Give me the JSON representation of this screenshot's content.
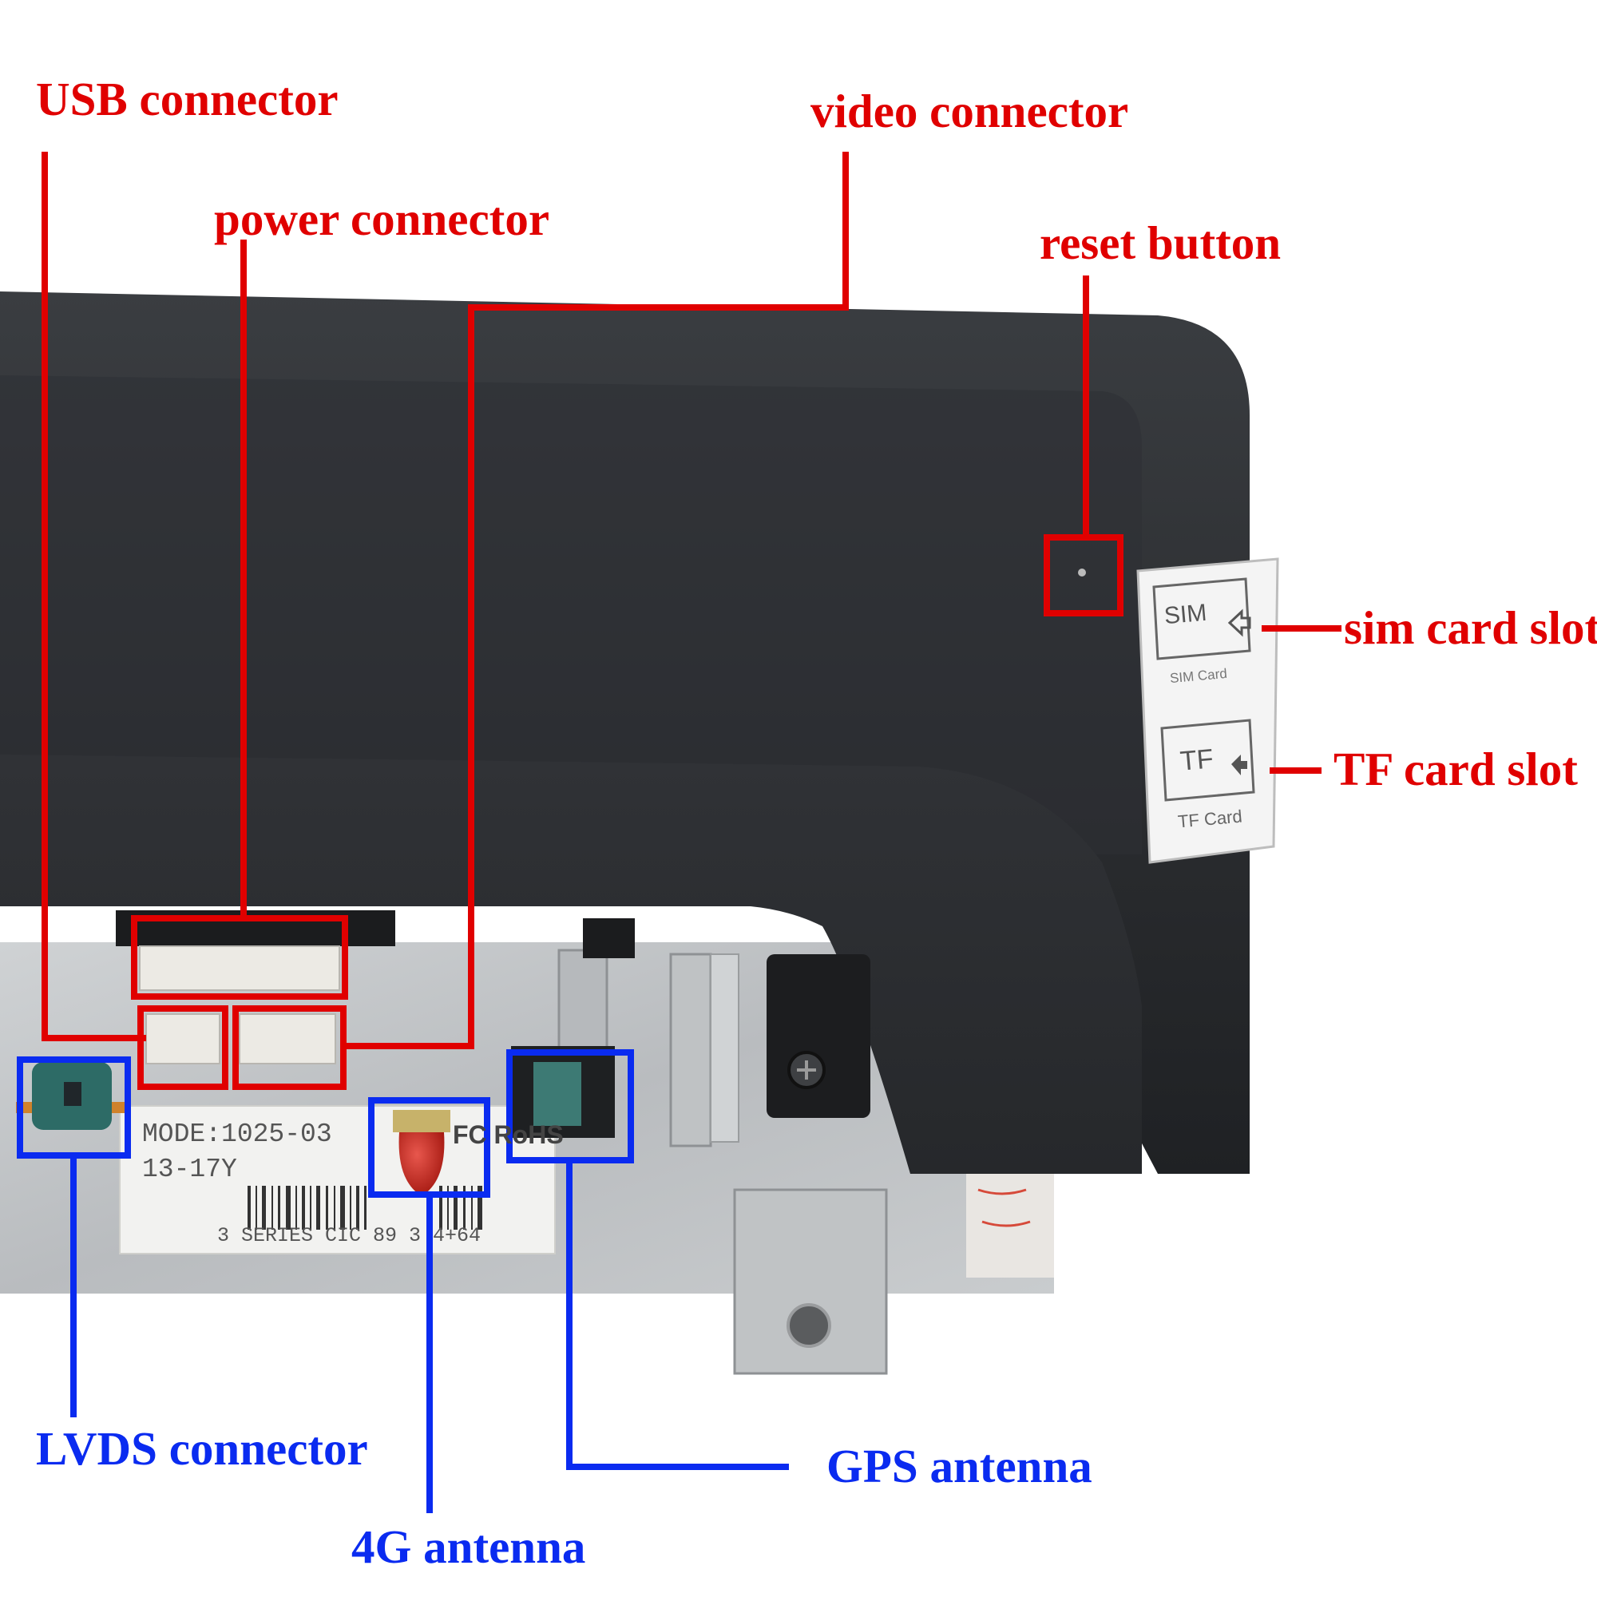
{
  "colors": {
    "callout_red": "#e00000",
    "callout_blue": "#0a2bf0",
    "housing": "#2a2c2f",
    "chassis": "#c3c6c8",
    "label_sticker": "#f2f2f0",
    "antenna_red": "#c8281f",
    "connector_teal": "#2d6b66"
  },
  "callouts": {
    "usb": "USB connector",
    "video": "video connector",
    "power": "power connector",
    "reset": "reset button",
    "sim": "sim card slot",
    "tf": "TF card slot",
    "lvds": "LVDS connector",
    "g4": "4G antenna",
    "gps": "GPS antenna"
  },
  "device": {
    "sim_label": "SIM",
    "sim_caption": "SIM Card",
    "tf_label": "TF",
    "tf_caption": "TF Card",
    "model_line": "MODE:1025-03",
    "year_line": "13-17Y",
    "series_line": "3 SERIES CIC 89 3 4+64",
    "cert_mark": "FC RoHS"
  },
  "icons": [
    "screw-icon",
    "sim-arrow-icon",
    "tf-arrow-icon",
    "barcode-icon"
  ]
}
